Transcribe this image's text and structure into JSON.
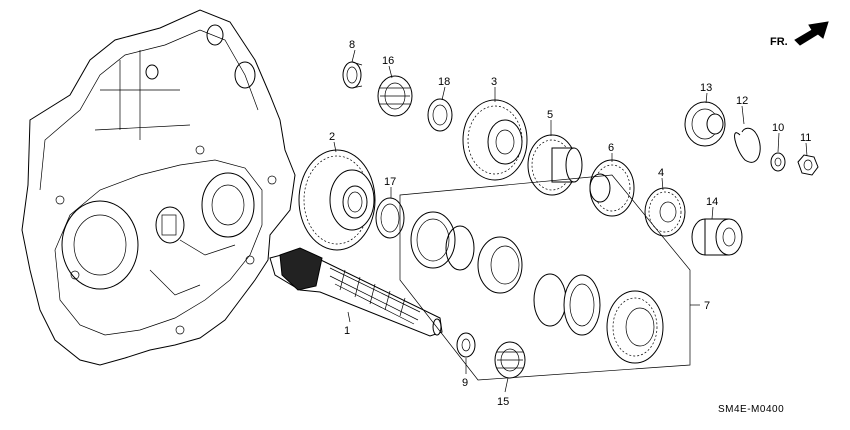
{
  "diagram": {
    "direction_label": "FR.",
    "drawing_code": "SM4E-M0400",
    "callouts": {
      "p1": "1",
      "p2": "2",
      "p3": "3",
      "p4": "4",
      "p5": "5",
      "p6": "6",
      "p7": "7",
      "p8": "8",
      "p9": "9",
      "p10": "10",
      "p11": "11",
      "p12": "12",
      "p13": "13",
      "p14": "14",
      "p15": "15",
      "p16": "16",
      "p17": "17",
      "p18": "18"
    }
  }
}
